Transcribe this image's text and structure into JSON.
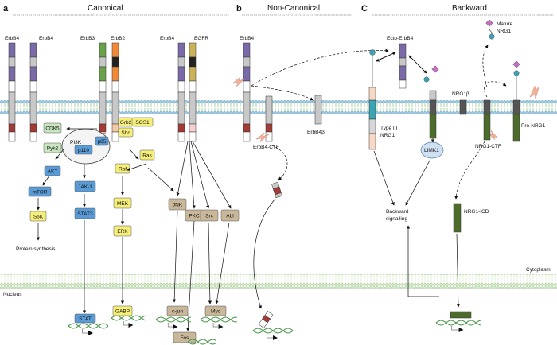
{
  "panels": {
    "a": {
      "letter": "a",
      "title": "Canonical"
    },
    "b": {
      "letter": "b",
      "title": "Non-Canonical"
    },
    "c": {
      "letter": "C",
      "title": "Backward"
    }
  },
  "receptors": {
    "erbb4_a": "ErbB4",
    "erbb4_b": "ErbB4",
    "erbb3": "ErbB3",
    "erbb2": "ErbB2",
    "erbb4_c": "ErbB4",
    "egfr": "EGFR",
    "erbb4_d": "ErbB4"
  },
  "proteins": {
    "cdk5": "CDK5",
    "pyk2": "Pyk2",
    "pi3k": "PI3K",
    "p85": "p85",
    "p110": "p110",
    "grb2": "Grb2",
    "shc": "Shc",
    "sos1": "SOS1",
    "ras": "Ras",
    "raf": "Raf",
    "akt": "AKT",
    "mtor": "mTOR",
    "s6k": "S6K",
    "jak1": "JAK-1",
    "stat3": "STAT3",
    "mek": "MEK",
    "erk": "ERK",
    "jnk": "JNK",
    "pkc": "PKC",
    "src": "Src",
    "abl": "Abl",
    "stat": "STAT",
    "gabp": "GABP",
    "cjun": "c-jun",
    "fos": "Fos",
    "myc": "Myc"
  },
  "labels": {
    "protein_synthesis": "Protein synthesis",
    "nucleus": "Nucleus",
    "cytoplasm": "Cytoplasm",
    "ecto_erbb4": "Ecto-ErbB4",
    "erbb4_ctf": "ErbB4-CTF",
    "erbb4_beta": "ErbB4β",
    "type3_nrg1_line1": "Type III",
    "type3_nrg1_line2": "NRG1",
    "mature_nrg1_line1": "Mature",
    "mature_nrg1_line2": "NRG1",
    "nrg1_beta": "NRG1β",
    "limk1": "LIMK1",
    "nrg1_ctf": "NRG1-CTF",
    "pro_nrg1": "Pro-NRG1",
    "nrg1_icd": "NRG1-ICD",
    "backward_signalling_line1": "Backward",
    "backward_signalling_line2": "signalling"
  },
  "colors": {
    "purple": "#7b6aa8",
    "grey": "#c8c8c8",
    "red": "#a23a36",
    "green": "#6aa24c",
    "orange": "#f08a3a",
    "black": "#222222",
    "blue_box": "#5b9bd5",
    "yellow_box": "#f6ee7a",
    "tan_box": "#c9b79a",
    "green_box": "#c9e6c0",
    "dark_green": "#4d6b2a"
  }
}
